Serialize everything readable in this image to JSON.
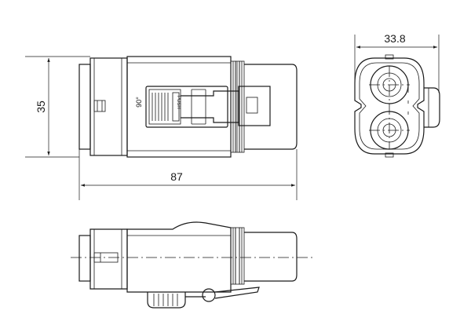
{
  "drawing": {
    "dimensions": {
      "height": "35",
      "length": "87",
      "width": "33.8"
    },
    "labels": {
      "angle": "90°",
      "push": "PUSH"
    }
  }
}
